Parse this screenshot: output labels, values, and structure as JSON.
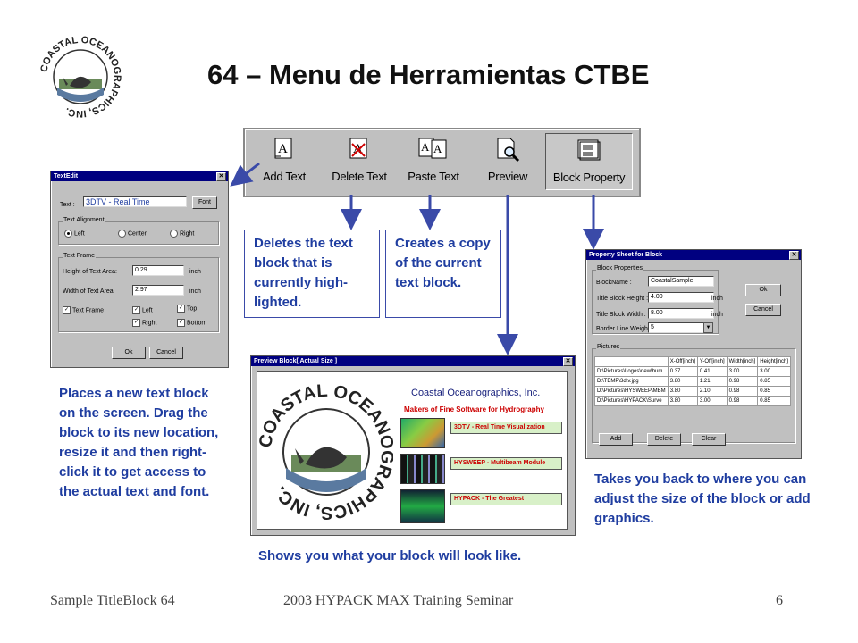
{
  "slide": {
    "title": "64 – Menu de Herramientas CTBE",
    "logo_text": "COASTAL OCEANOGRAPHICS, INC.",
    "footer_left": "Sample TitleBlock 64",
    "footer_center": "2003 HYPACK MAX Training Seminar",
    "page_number": "6",
    "accent_color": "#1f3da0",
    "arrow_color": "#3a4aa8"
  },
  "toolbar": {
    "tools": [
      {
        "label": "Add Text",
        "icon": "add-text-icon"
      },
      {
        "label": "Delete Text",
        "icon": "delete-text-icon"
      },
      {
        "label": "Paste Text",
        "icon": "paste-text-icon"
      },
      {
        "label": "Preview",
        "icon": "preview-magnifier-icon"
      },
      {
        "label": "Block Property",
        "icon": "block-property-icon"
      }
    ]
  },
  "callouts": {
    "delete": "Deletes the text block that is currently high-lighted.",
    "paste": "Creates a copy of the current text block.",
    "add": "Places a new text block on the screen. Drag the block to its new location, resize it and then right-click it to get access to the actual text and font.",
    "preview": "Shows you what your block will look like.",
    "property": "Takes you back to where you can adjust the size of the block or add graphics."
  },
  "textedit": {
    "title": "TextEdit",
    "text_label": "Text :",
    "text_value": "3DTV - Real Time",
    "font_button": "Font",
    "alignment_group": "Text Alignment",
    "align_left": "Left",
    "align_center": "Center",
    "align_right": "Right",
    "frame_group": "Text  Frame",
    "height_label": "Height of Text Area:",
    "height_value": "0.29",
    "width_label": "Width of Text Area:",
    "width_value": "2.97",
    "unit": "inch",
    "cb_frame": "Text  Frame",
    "cb_left": "Left",
    "cb_top": "Top",
    "cb_right": "Right",
    "cb_bottom": "Bottom",
    "ok": "Ok",
    "cancel": "Cancel"
  },
  "preview": {
    "title": "Preview Block[ Actual Size ]",
    "company": "Coastal Oceanographics, Inc.",
    "tagline": "Makers of Fine Software for Hydrography",
    "items": [
      "3DTV - Real Time Visualization",
      "HYSWEEP - Multibeam Module",
      "HYPACK - The Greatest"
    ]
  },
  "property": {
    "title": "Property Sheet for Block",
    "group": "Block Properties",
    "blockname_label": "BlockName :",
    "blockname_value": "CoastalSample",
    "height_label": "Title Block Height :",
    "height_value": "4.00",
    "width_label": "Title Block Width :",
    "width_value": "8.00",
    "border_label": "Border Line Weight :",
    "border_value": "5",
    "unit": "inch",
    "ok": "Ok",
    "cancel": "Cancel",
    "pictures_group": "Pictures",
    "columns": [
      "",
      "X-Off[inch]",
      "Y-Off[inch]",
      "Width[inch]",
      "Height[inch]"
    ],
    "rows": [
      [
        "D:\\Pictures\\Logos\\new\\hum",
        "0.37",
        "0.41",
        "3.00",
        "3.00"
      ],
      [
        "D:\\TEMP\\3dtv.jpg",
        "3.80",
        "1.21",
        "0.98",
        "0.85"
      ],
      [
        "D:\\Pictures\\HYSWEEP\\MBM",
        "3.80",
        "2.10",
        "0.98",
        "0.85"
      ],
      [
        "D:\\Pictures\\HYPACK\\Surve",
        "3.80",
        "3.00",
        "0.98",
        "0.85"
      ]
    ],
    "add": "Add",
    "delete": "Delete",
    "clear": "Clear"
  }
}
